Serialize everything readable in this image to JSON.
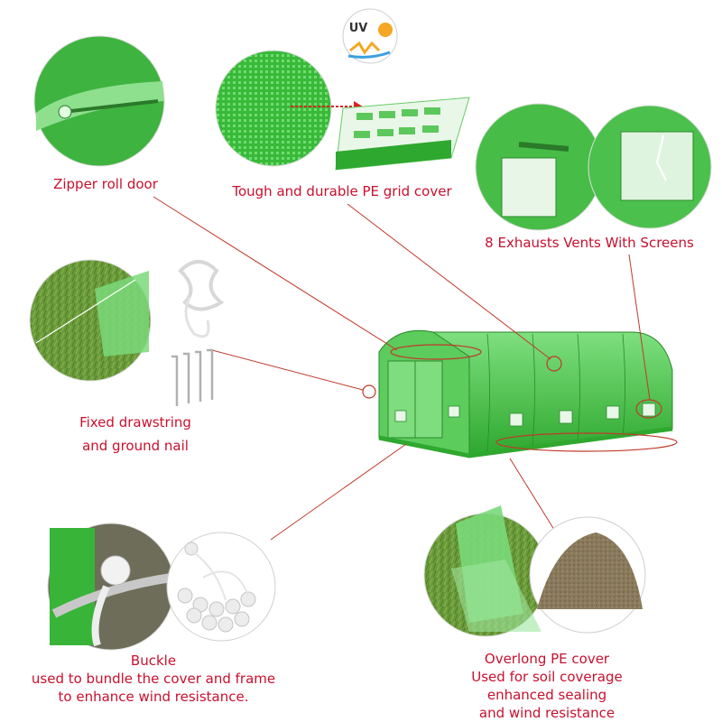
{
  "uv_badge": {
    "text": "UV",
    "icon": "uv-sun-icon"
  },
  "labels": {
    "zipper": "Zipper roll door",
    "grid_cover": "Tough and durable PE grid cover",
    "vents": "8 Exhausts Vents With Screens",
    "drawstring_line1": "Fixed drawstring",
    "drawstring_line2": "and ground nail",
    "buckle_line1": "Buckle",
    "buckle_line2": "used to bundle the cover and frame",
    "buckle_line3": "to enhance wind resistance.",
    "overlong_line1": "Overlong PE cover",
    "overlong_line2": "Used for soil coverage",
    "overlong_line3": "enhanced sealing",
    "overlong_line4": "and wind resistance"
  },
  "colors": {
    "label_red": "#c8102e",
    "leader_red": "#c0392b",
    "greenhouse_green": "#3fbf3f",
    "soil_brown": "#8a7a5c"
  }
}
